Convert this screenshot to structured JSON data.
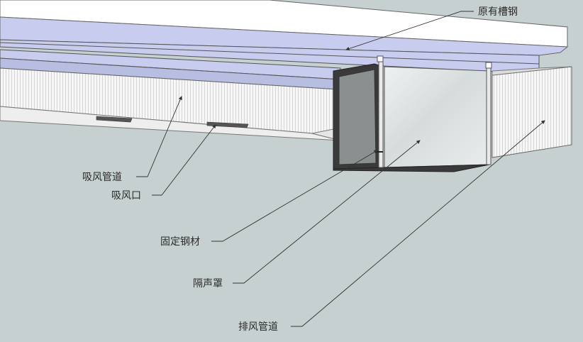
{
  "labels": {
    "existing_channel_steel": "原有槽钢",
    "suction_duct": "吸风管道",
    "suction_inlet": "吸风口",
    "fixed_steel": "固定钢材",
    "sound_hood": "隔声罩",
    "exhaust_duct": "排风管道"
  },
  "colors": {
    "background": "#c7d0d0",
    "channel_steel": "#c8cdf0",
    "beam_top": "#ffffff",
    "duct_face": "#f4f4f4",
    "hood_panel": "#dde2e2",
    "frame_dark": "#3a3a3a",
    "leader_line": "#333333"
  }
}
